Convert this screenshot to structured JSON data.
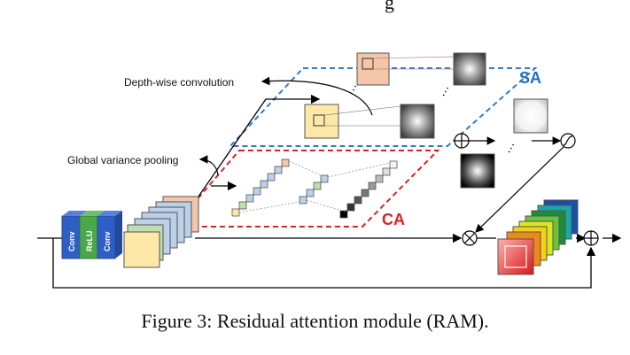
{
  "top_fragment": "g",
  "caption": "Figure 3: Residual attention module (RAM).",
  "labels": {
    "depthwise": "Depth-wise convolution",
    "gvp": "Global variance pooling",
    "sa": "SA",
    "ca": "CA",
    "conv1": "Conv",
    "relu": "ReLU",
    "conv2": "Conv",
    "dots": "…"
  },
  "colors": {
    "sa_box": "#3a7cc0",
    "ca_box": "#e02020",
    "sa_text": "#1f6fc0",
    "ca_text": "#e02020",
    "conv": "#3060c8",
    "relu": "#4aa84a",
    "feature_front": "#fde8a8",
    "feature_back": "#f4c6a8"
  }
}
